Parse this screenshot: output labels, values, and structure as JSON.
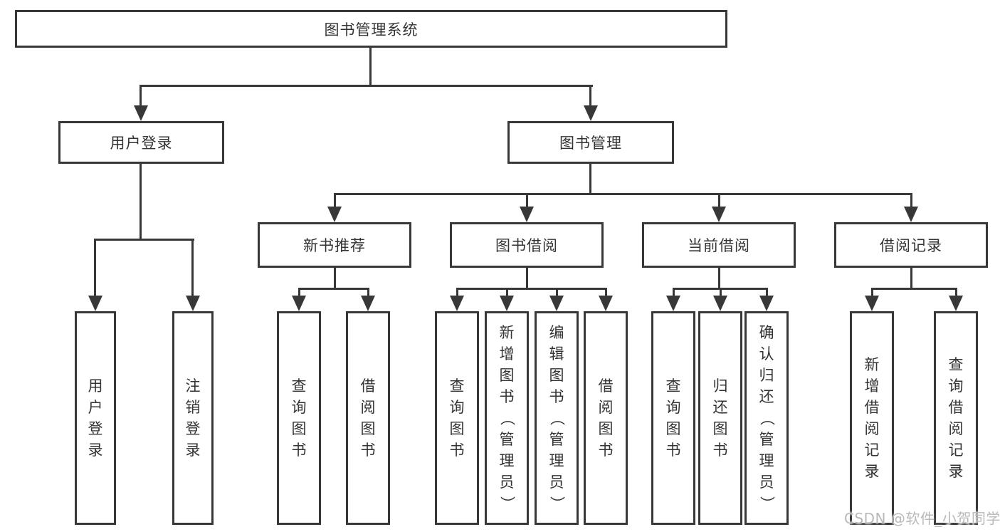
{
  "colors": {
    "line": "#383838",
    "text": "#333333",
    "watermark": "#b9b9b9",
    "background": "#ffffff"
  },
  "watermark": "CSDN @软件_小贺同学",
  "tree": {
    "root": {
      "label": "图书管理系统"
    },
    "level2": [
      {
        "label": "用户登录",
        "children": [
          {
            "label": "用户登录"
          },
          {
            "label": "注销登录"
          }
        ]
      },
      {
        "label": "图书管理",
        "children": [
          {
            "label": "新书推荐",
            "children": [
              {
                "label": "查询图书"
              },
              {
                "label": "借阅图书"
              }
            ]
          },
          {
            "label": "图书借阅",
            "children": [
              {
                "label": "查询图书"
              },
              {
                "label": "新增图书（管理员）"
              },
              {
                "label": "编辑图书（管理员）"
              },
              {
                "label": "借阅图书"
              }
            ]
          },
          {
            "label": "当前借阅",
            "children": [
              {
                "label": "查询图书"
              },
              {
                "label": "归还图书"
              },
              {
                "label": "确认归还（管理员）"
              }
            ]
          },
          {
            "label": "借阅记录",
            "children": [
              {
                "label": "新增借阅记录"
              },
              {
                "label": "查询借阅记录"
              }
            ]
          }
        ]
      }
    ]
  }
}
